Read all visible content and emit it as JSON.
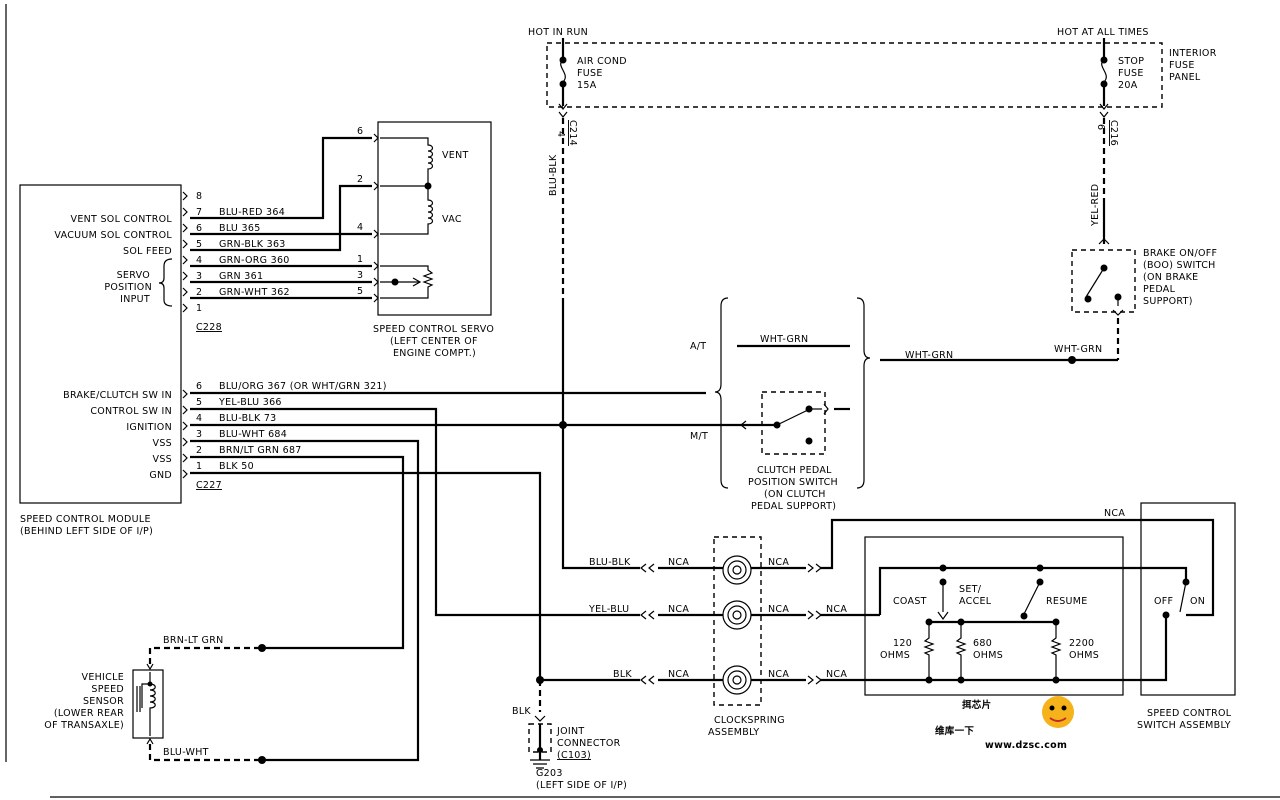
{
  "module": {
    "title": "SPEED CONTROL MODULE",
    "location": "(BEHIND LEFT SIDE OF I/P)",
    "connector_top": "C228",
    "connector_bottom": "C227",
    "labels": [
      "VENT SOL CONTROL",
      "VACUUM SOL CONTROL",
      "SOL FEED",
      "SERVO",
      "POSITION",
      "INPUT",
      "BRAKE/CLUTCH SW IN",
      "CONTROL SW IN",
      "IGNITION",
      "VSS",
      "VSS",
      "GND"
    ]
  },
  "c228_pins": [
    "8",
    "7",
    "6",
    "5",
    "4",
    "3",
    "2",
    "1"
  ],
  "c228_wires": [
    "BLU-RED 364",
    "BLU 365",
    "GRN-BLK 363",
    "GRN-ORG 360",
    "GRN 361",
    "GRN-WHT 362"
  ],
  "c227_pins": [
    "6",
    "5",
    "4",
    "3",
    "2",
    "1"
  ],
  "c227_wires": [
    "BLU/ORG 367 (OR WHT/GRN 321)",
    "YEL-BLU 366",
    "BLU-BLK 73",
    "BLU-WHT 684",
    "BRN/LT GRN 687",
    "BLK 50"
  ],
  "servo": {
    "pins": [
      "6",
      "2",
      "4",
      "1",
      "3",
      "5"
    ],
    "vent": "VENT",
    "vac": "VAC",
    "title": "SPEED CONTROL SERVO",
    "loc1": "(LEFT CENTER OF",
    "loc2": "ENGINE COMPT.)"
  },
  "fuse_panel": {
    "hot_in_run": "HOT IN RUN",
    "hot_at_all_times": "HOT AT ALL TIMES",
    "fuse1": [
      "AIR COND",
      "FUSE",
      "15A"
    ],
    "fuse2": [
      "STOP",
      "FUSE",
      "20A"
    ],
    "panel": [
      "INTERIOR",
      "FUSE",
      "PANEL"
    ],
    "pin_left": "4",
    "conn_left": "C214",
    "pin_right": "6",
    "conn_right": "C216"
  },
  "wires": {
    "blu_blk": "BLU-BLK",
    "yel_red": "YEL-RED",
    "wht_grn": "WHT-GRN",
    "yel_blu": "YEL-BLU",
    "blk": "BLK",
    "nca": "NCA",
    "brn_lt_grn": "BRN-LT GRN",
    "blu_wht": "BLU-WHT"
  },
  "boo_switch": [
    "BRAKE ON/OFF",
    "(BOO) SWITCH",
    "(ON BRAKE",
    "PEDAL",
    "SUPPORT)"
  ],
  "clutch": {
    "at": "A/T",
    "mt": "M/T",
    "label": [
      "CLUTCH PEDAL",
      "POSITION SWITCH",
      "(ON CLUTCH",
      "PEDAL SUPPORT)"
    ]
  },
  "clockspring": [
    "CLOCKSPRING",
    "ASSEMBLY"
  ],
  "control_switch": {
    "coast": "COAST",
    "set1": "SET/",
    "set2": "ACCEL",
    "resume": "RESUME",
    "off": "OFF",
    "on": "ON",
    "r1": [
      "120",
      "OHMS"
    ],
    "r2": [
      "680",
      "OHMS"
    ],
    "r3": [
      "2200",
      "OHMS"
    ],
    "label": [
      "SPEED CONTROL",
      "SWITCH ASSEMBLY"
    ]
  },
  "vss": [
    "VEHICLE",
    "SPEED",
    "SENSOR",
    "(LOWER REAR",
    "OF TRANSAXLE)"
  ],
  "joint": [
    "JOINT",
    "CONNECTOR",
    "(C103)"
  ],
  "ground": [
    "G203",
    "(LEFT SIDE OF I/P)"
  ],
  "watermark": [
    "挕芯片",
    "维库一下",
    "www.dzsc.com"
  ]
}
